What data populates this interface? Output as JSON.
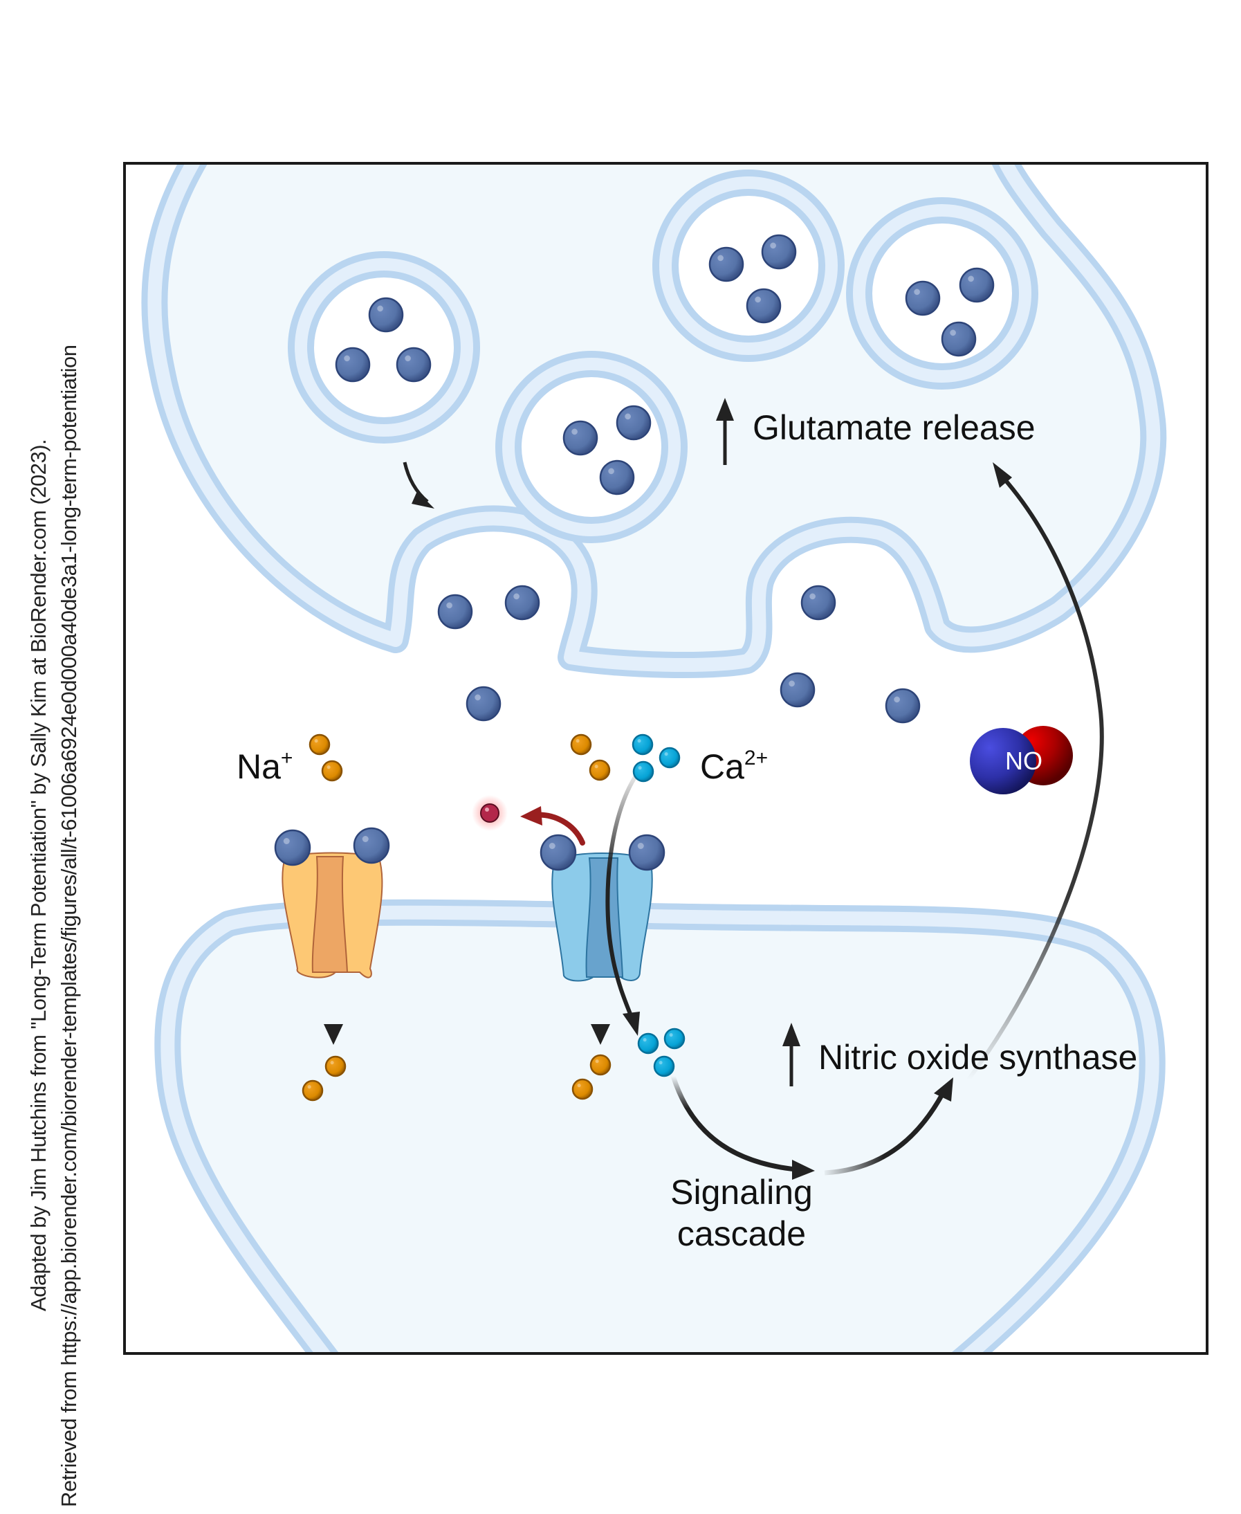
{
  "credit": {
    "line1": "Adapted by Jim Hutchins from \"Long-Term Potentiation\" by Sally Kim at BioRender.com (2023).",
    "line2": "Retrieved from https://app.biorender.com/biorender-templates/figures/all/t-61006a6924e0d000a40de3a1-long-term-potentiation"
  },
  "labels": {
    "glutamate_release": "Glutamate release",
    "na": "Na",
    "na_charge": "+",
    "ca": "Ca",
    "ca_charge": "2+",
    "no": "NO",
    "nitric_oxide_synthase": "Nitric oxide synthase",
    "signaling_line1": "Signaling",
    "signaling_line2": "cascade"
  },
  "colors": {
    "membrane_outer": "#b9d5f0",
    "membrane_inner": "#e3effb",
    "cytoplasm": "#f1f8fc",
    "glutamate": "#5673a8",
    "glutamate_dark": "#2d4478",
    "sodium": "#dc8a00",
    "calcium": "#06a3d6",
    "ampa_channel": "#fdc874",
    "nmda_channel": "#8ccbea",
    "magnesium": "#b3274a",
    "nitrogen": "#2d30a8",
    "oxygen": "#b80000",
    "arrow": "#222222",
    "red_arrow": "#9a1f1f"
  }
}
